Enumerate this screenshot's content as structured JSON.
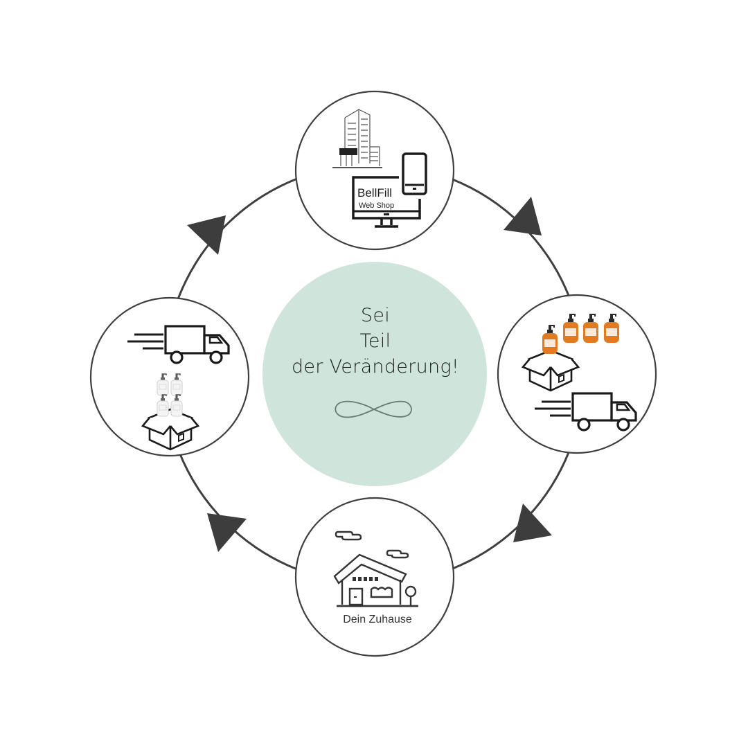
{
  "colors": {
    "background": "#ffffff",
    "ring": "#3f3f3f",
    "arrow": "#3d3d3d",
    "center_fill": "#cfe5dc",
    "infinity_stroke": "#6b7a72",
    "bottle_orange": "#e07b22",
    "icon_stroke": "#1a1a1a"
  },
  "center": {
    "line1": "Sei",
    "line2": "Teil",
    "line3": "der Veränderung!",
    "symbol": "infinity-icon"
  },
  "nodes": [
    {
      "id": "webshop",
      "icons": [
        "office-building-icon",
        "smartphone-icon",
        "desktop-monitor-icon"
      ],
      "screen_title": "BellFill",
      "screen_subtitle": "Web Shop"
    },
    {
      "id": "packing-delivery",
      "icons": [
        "soap-bottle-icon",
        "open-box-icon",
        "delivery-truck-icon"
      ],
      "bottle_count": 4
    },
    {
      "id": "home",
      "icons": [
        "house-icon",
        "cloud-icon",
        "tree-icon"
      ],
      "label": "Dein Zuhause"
    },
    {
      "id": "return",
      "icons": [
        "delivery-truck-icon",
        "empty-bottle-icon",
        "open-box-icon"
      ],
      "bottle_count": 4
    }
  ],
  "arrows": [
    {
      "from": "webshop",
      "to": "packing-delivery"
    },
    {
      "from": "packing-delivery",
      "to": "home"
    },
    {
      "from": "home",
      "to": "return"
    },
    {
      "from": "return",
      "to": "webshop"
    }
  ]
}
